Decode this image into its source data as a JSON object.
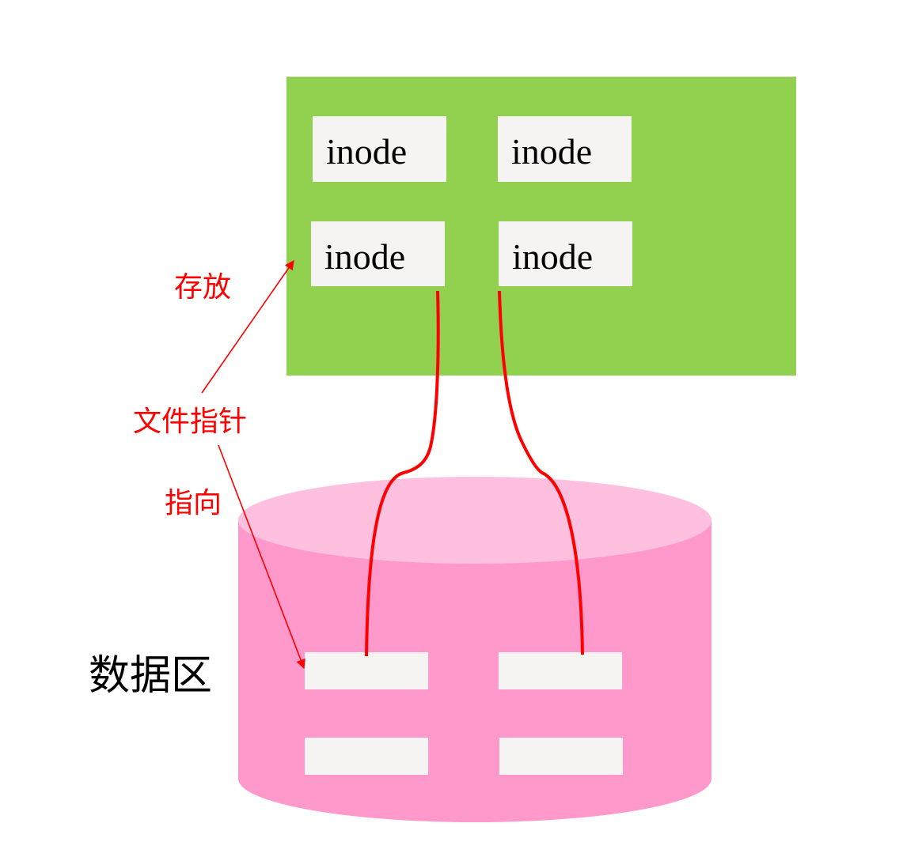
{
  "inode_table": {
    "color": "#92d050",
    "inodes": [
      {
        "label": "inode"
      },
      {
        "label": "inode"
      },
      {
        "label": "inode"
      },
      {
        "label": "inode"
      }
    ]
  },
  "data_area": {
    "label": "数据区",
    "body_color": "#ff99cc",
    "top_color": "#ffc0e0"
  },
  "block_color": "#f5f4f2",
  "labels": {
    "file_pointer": "文件指针",
    "stores": "存放",
    "points_to": "指向"
  },
  "link_color": "#ff0000"
}
